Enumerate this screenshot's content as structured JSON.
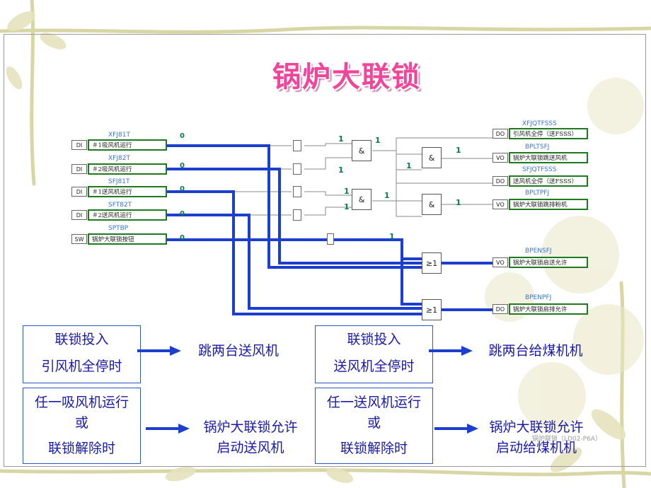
{
  "title": "锅炉大联锁",
  "diagram": {
    "inputs": [
      {
        "type": "DI",
        "tag": "XFJ81T",
        "label": "＃1吸风机运行",
        "value": "0"
      },
      {
        "type": "DI",
        "tag": "XFJ82T",
        "label": "＃2吸风机运行",
        "value": "0"
      },
      {
        "type": "DI",
        "tag": "SFJ81T",
        "label": "＃1送风机运行",
        "value": "0"
      },
      {
        "type": "DI",
        "tag": "SFT82T",
        "label": "＃2送风机运行",
        "value": "0"
      },
      {
        "type": "SW",
        "tag": "SPTBP",
        "label": "锅炉大联锁按钮",
        "value": "0"
      }
    ],
    "outputs": [
      {
        "type": "DO",
        "tag": "XFJQTFSSS",
        "label": "引风机全停（送FSSS）"
      },
      {
        "type": "VO",
        "tag": "BPLTSFJ",
        "label": "锅炉大联锁跳送风机"
      },
      {
        "type": "DO",
        "tag": "SFJQTFSSS",
        "label": "送风机全停（送FSSS）"
      },
      {
        "type": "VO",
        "tag": "BPLTPFJ",
        "label": "锅炉大联锁跳排粉机"
      },
      {
        "type": "VO",
        "tag": "BPENSFJ",
        "label": "锅炉大联锁启送允许"
      },
      {
        "type": "DO",
        "tag": "BPENPFJ",
        "label": "锅炉大联锁启排允许"
      }
    ],
    "gates": {
      "and": "&",
      "or": "≥1"
    },
    "signal_values": {
      "one": "1"
    }
  },
  "rules": [
    {
      "condition": [
        "联锁投入",
        "引风机全停时"
      ],
      "result": "跳两台送风机"
    },
    {
      "condition": [
        "联锁投入",
        "送风机全停时"
      ],
      "result": "跳两台给煤机机"
    },
    {
      "condition": [
        "任一吸风机运行或",
        "联锁解除时"
      ],
      "result": "锅炉大联锁允许启动送风机"
    },
    {
      "condition": [
        "任一送风机运行或",
        "联锁解除时"
      ],
      "result": "锅炉大联锁允许启动给煤机机"
    }
  ],
  "footer": "锅炉联锁（LD02-P6A）",
  "colors": {
    "title": "#f0459a",
    "text": "#1a1aa8",
    "wire": "#1c3fcf",
    "label_border": "#1e7a1e"
  }
}
